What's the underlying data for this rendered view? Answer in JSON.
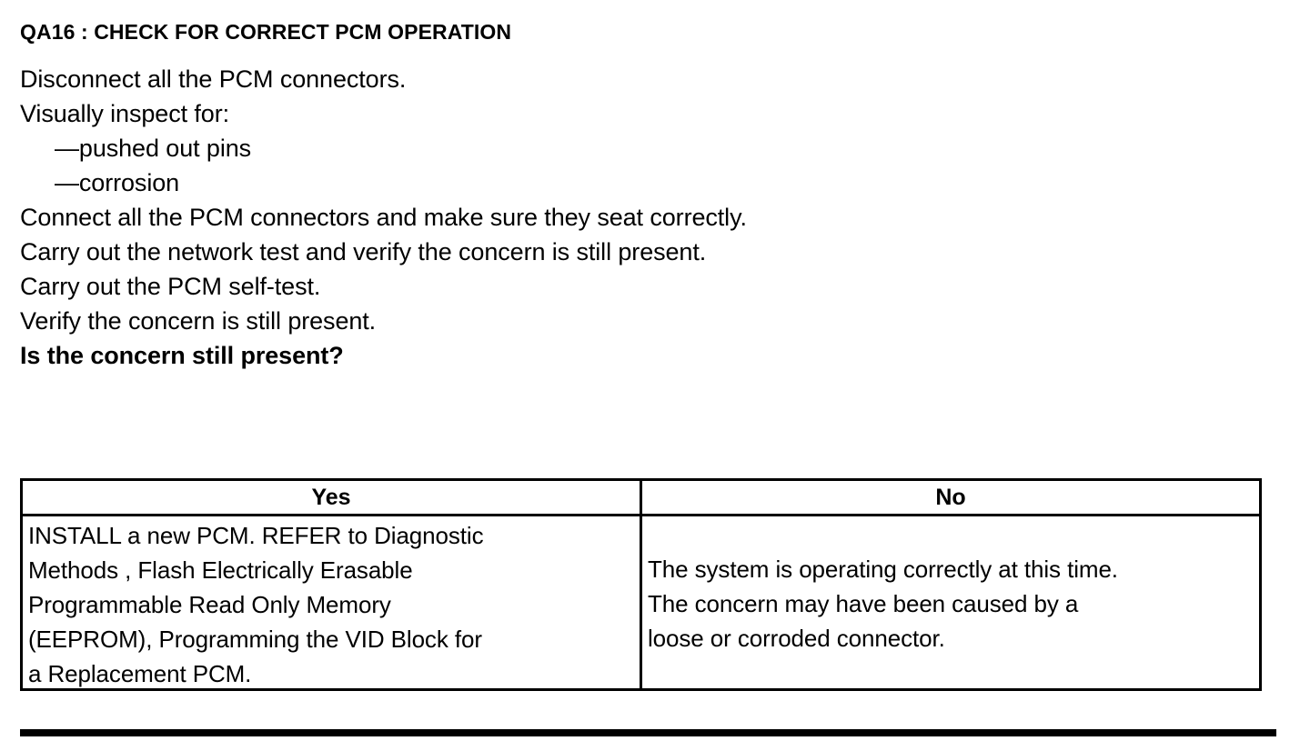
{
  "document": {
    "title": "QA16 : CHECK FOR CORRECT PCM OPERATION",
    "instructions": [
      {
        "text": "Disconnect all the PCM connectors.",
        "style": "normal"
      },
      {
        "text": "Visually inspect for:",
        "style": "normal"
      },
      {
        "text": "—pushed out pins",
        "style": "bullet"
      },
      {
        "text": "—corrosion",
        "style": "bullet"
      },
      {
        "text": "Connect all the PCM connectors and make sure they seat correctly.",
        "style": "normal"
      },
      {
        "text": "Carry out the network test and verify the concern is still present.",
        "style": "normal"
      },
      {
        "text": "Carry out the PCM self-test.",
        "style": "normal"
      },
      {
        "text": "Verify the concern is still present.",
        "style": "normal"
      },
      {
        "text": "Is the concern still present?",
        "style": "bold"
      }
    ]
  },
  "decision_table": {
    "headers": {
      "yes": "Yes",
      "no": "No"
    },
    "yes_cell_lines": [
      "INSTALL a new PCM. REFER to Diagnostic",
      "Methods , Flash Electrically Erasable",
      "Programmable Read Only Memory",
      "(EEPROM), Programming the VID Block for",
      "a Replacement PCM."
    ],
    "no_cell_lines": [
      "The system is operating correctly at this time.",
      "The concern may have been caused by a",
      "loose or corroded connector."
    ]
  },
  "colors": {
    "ink": "#000000",
    "paper": "#ffffff"
  }
}
